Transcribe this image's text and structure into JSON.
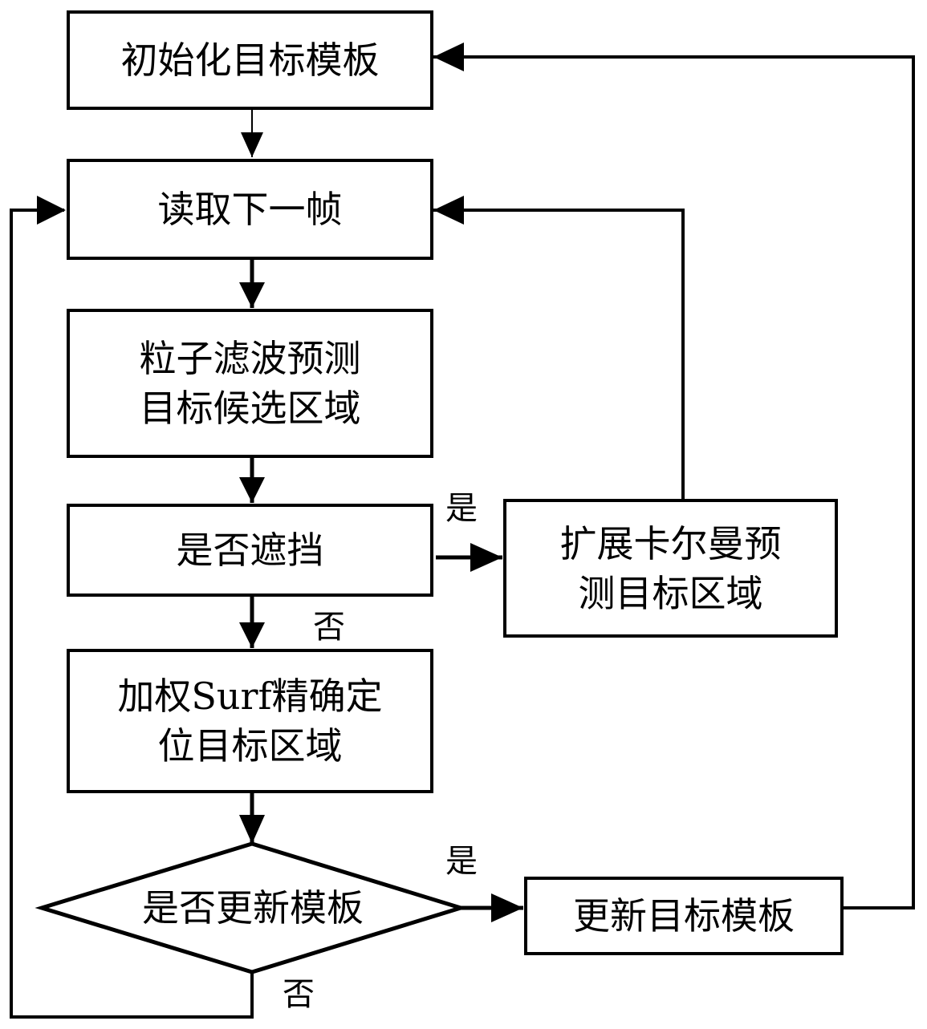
{
  "nodes": {
    "init_template": "初始化目标模板",
    "read_next_frame": "读取下一帧",
    "particle_filter": "粒子滤波预测\n目标候选区域",
    "occluded_check": "是否遮挡",
    "ekf_predict": "扩展卡尔曼预\n测目标区域",
    "weighted_surf": "加权Surf精确定\n位目标区域",
    "update_check": "是否更新模板",
    "update_template": "更新目标模板"
  },
  "edge_labels": {
    "occluded_yes": "是",
    "occluded_no": "否",
    "update_yes": "是",
    "update_no": "否"
  }
}
